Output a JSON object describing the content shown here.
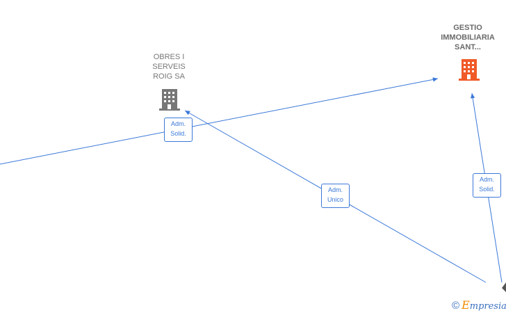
{
  "colors": {
    "edge": "#3a78d8",
    "company_gray": "#777777",
    "company_highlight": "#f05a28",
    "brand_e": "#f08a00"
  },
  "nodes": {
    "obres": {
      "label": "OBRES I\nSERVEIS\nROIG SA",
      "icon": "building-icon"
    },
    "gestio": {
      "label": "GESTIO\nIMMOBILIARIA\nSANT...",
      "icon": "building-icon"
    }
  },
  "edges": {
    "e1": {
      "label": "Adm.\nSolid."
    },
    "e2": {
      "label": "Adm.\nUnico"
    },
    "e3": {
      "label": "Adm.\nSolid."
    }
  },
  "brand": {
    "copyright": "©",
    "e": "E",
    "rest": "mpresia"
  }
}
